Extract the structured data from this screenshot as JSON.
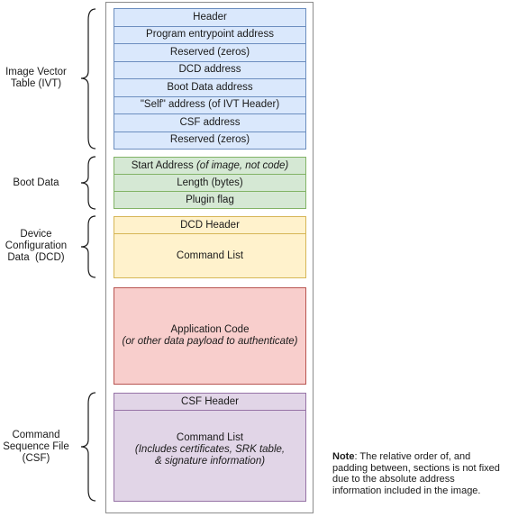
{
  "sections": {
    "ivt": {
      "label_lines": [
        "Image Vector",
        "Table (IVT)"
      ],
      "rows": [
        "Header",
        "Program entrypoint address",
        "Reserved (zeros)",
        "DCD address",
        "Boot Data address",
        "\"Self\" address (of IVT Header)",
        "CSF address",
        "Reserved (zeros)"
      ]
    },
    "boot": {
      "label_lines": [
        "Boot Data"
      ],
      "start_address_text": "Start Address ",
      "start_address_note": "(of image, not code)",
      "length": "Length (bytes)",
      "plugin": "Plugin flag"
    },
    "dcd": {
      "label_lines": [
        "Device",
        "Configuration",
        "Data  (DCD)"
      ],
      "header": "DCD Header",
      "command_list": "Command List"
    },
    "app": {
      "title": "Application Code",
      "subtitle": "(or other data payload to authenticate)"
    },
    "csf": {
      "label_lines": [
        "Command",
        "Sequence File",
        "(CSF)"
      ],
      "header": "CSF Header",
      "command_list": "Command List",
      "detail_lines": [
        "(Includes certificates, SRK table,",
        "& signature information)"
      ]
    }
  },
  "note": {
    "bold": "Note",
    "text": ": The relative order of, and padding between, sections is not fixed due to the absolute address information included in the image."
  },
  "colors": {
    "ivt_fill": "#dae8fc",
    "ivt_border": "#6c8ebf",
    "boot_fill": "#d5e8d4",
    "boot_border": "#82b366",
    "dcd_fill": "#fff2cc",
    "dcd_border": "#d6b656",
    "app_fill": "#f8cecc",
    "app_border": "#b85450",
    "csf_fill": "#e1d5e7",
    "csf_border": "#9673a6"
  }
}
